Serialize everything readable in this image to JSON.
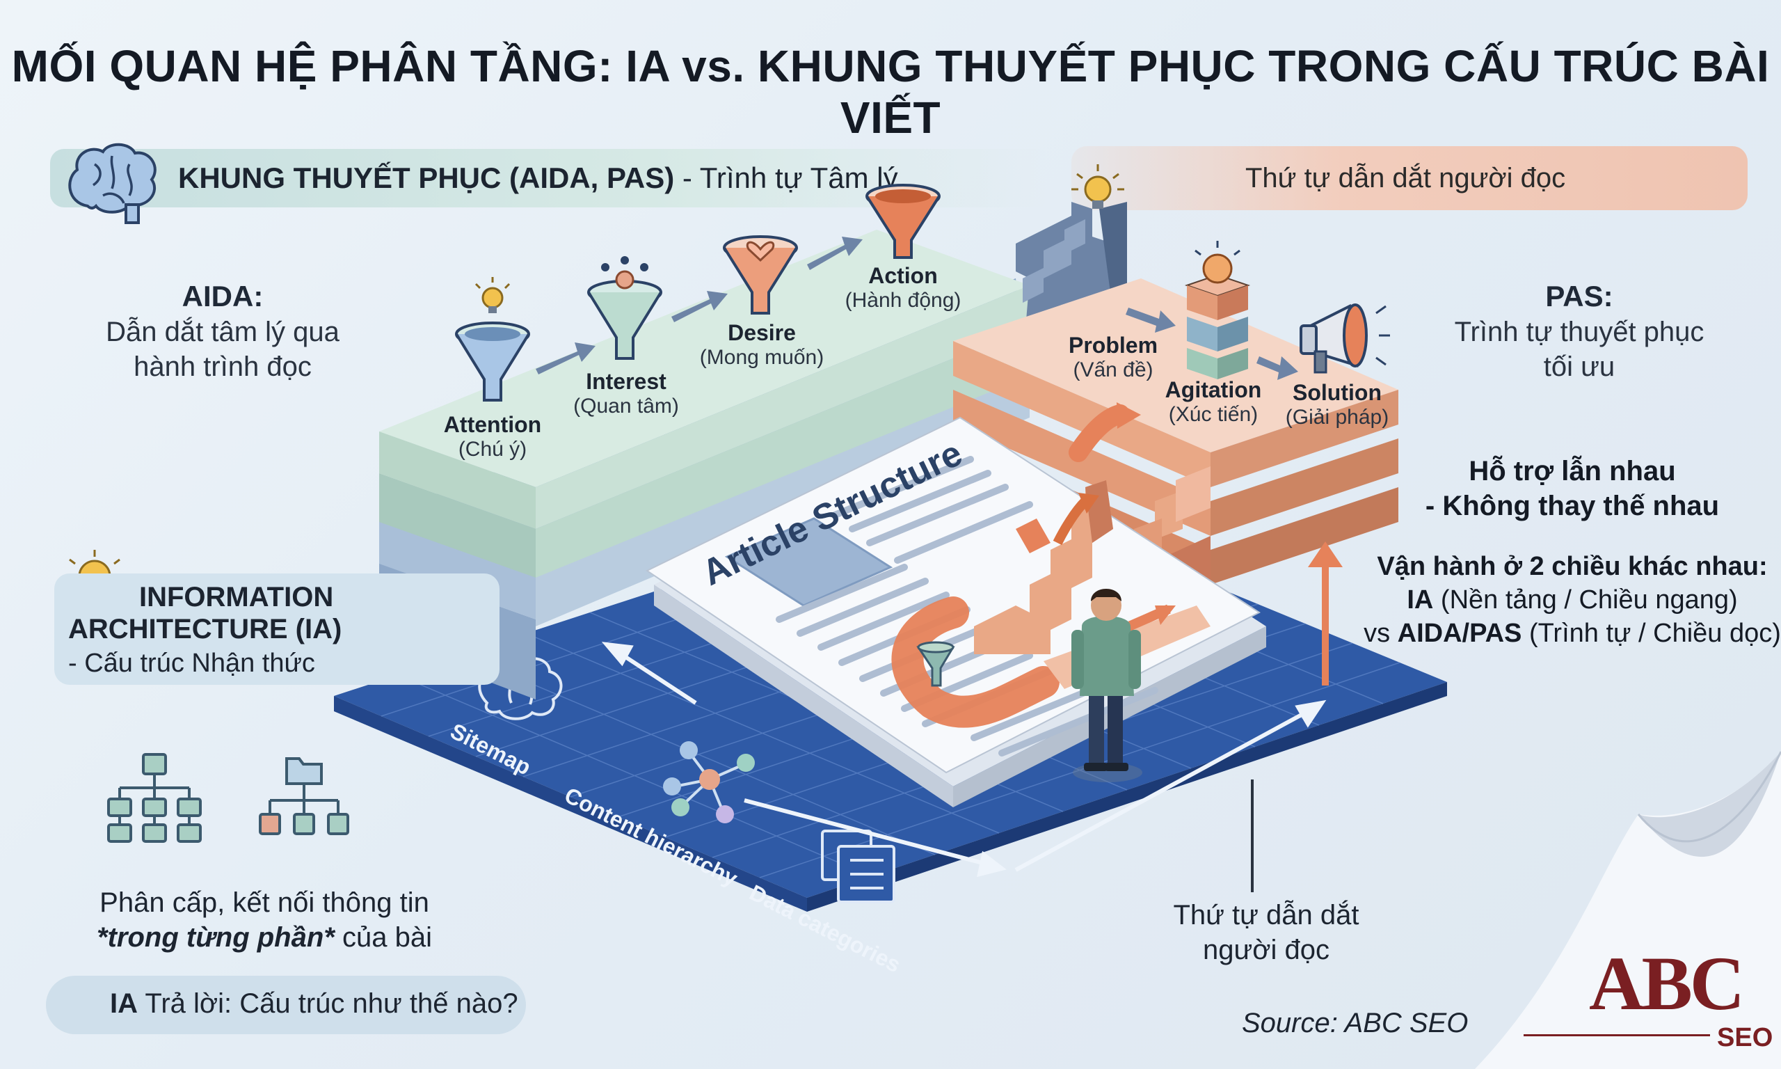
{
  "title": "MỐI QUAN HỆ PHÂN TẦNG: IA vs. KHUNG THUYẾT PHỤC TRONG CẤU TRÚC BÀI VIẾT",
  "persuasion_band": {
    "title": "KHUNG THUYẾT PHỤC (AIDA, PAS)",
    "subtitle": " - Trình tự Tâm lý",
    "icon": "brain-icon"
  },
  "reader_order_band": "Thứ tự dẫn dắt người đọc",
  "aida": {
    "heading": "AIDA:",
    "desc_line1": "Dẫn dắt tâm lý qua",
    "desc_line2": "hành trình đọc",
    "stages": [
      {
        "en": "Attention",
        "vi": "(Chú ý)"
      },
      {
        "en": "Interest",
        "vi": "(Quan tâm)"
      },
      {
        "en": "Desire",
        "vi": "(Mong muốn)"
      },
      {
        "en": "Action",
        "vi": "(Hành động)"
      }
    ]
  },
  "pas": {
    "heading": "PAS:",
    "desc_line1": "Trình tự thuyết phục",
    "desc_line2": "tối ưu",
    "stages": [
      {
        "en": "Problem",
        "vi": "(Vấn đề)"
      },
      {
        "en": "Agitation",
        "vi": "(Xúc tiến)"
      },
      {
        "en": "Solution",
        "vi": "(Giải pháp)"
      }
    ]
  },
  "support_line1": "Hỗ trợ lẫn nhau",
  "support_line2": "- Không thay thế nhau",
  "operate": {
    "line1": "Vận hành ở 2 chiều khác nhau:",
    "ia_bold": "IA",
    "ia_rest": " (Nền tảng / Chiều ngang)",
    "vs": "vs ",
    "aidapas_bold": "AIDA/PAS",
    "aidapas_rest": " (Trình tự / Chiều dọc)"
  },
  "ia_band": {
    "title_line1": "INFORMATION",
    "title_line2": "ARCHITECTURE (IA)",
    "subtitle": "- Cấu trúc Nhận thức"
  },
  "article_title": "Article Structure",
  "platform_labels": {
    "sitemap": "Sitemap",
    "content_hierarchy": "Content hierarchy",
    "data_categories": "Data categories"
  },
  "phan_cap": {
    "line1": "Phân cấp, kết nối thông tin",
    "italic": "*trong từng phần*",
    "rest": " của bài"
  },
  "ia_answer": {
    "bold": "IA",
    "rest": " Trả lời: Cấu trúc như thế nào?"
  },
  "reader_order_bottom": {
    "line1": "Thứ tự dẫn dắt",
    "line2": "người đọc"
  },
  "source": "Source: ABC SEO",
  "logo": {
    "main": "ABC",
    "sub": "SEO"
  },
  "colors": {
    "teal_layer": "#cfe5dc",
    "peach_layer": "#f0b99f",
    "platform_blue": "#2f5aa6",
    "funnel_orange": "#e6825a",
    "logo_red": "#7a1f22"
  }
}
